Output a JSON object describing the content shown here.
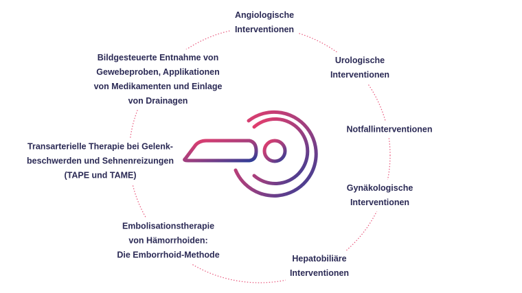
{
  "colors": {
    "text": "#2b2a55",
    "gradient_start": "#e83e6c",
    "gradient_end": "#2b3d97",
    "dots": "#e8557a"
  },
  "icon": "scanner-icon",
  "labels": [
    {
      "id": "angio",
      "lines": [
        "Angiologische",
        "Interventionen"
      ]
    },
    {
      "id": "uro",
      "lines": [
        "Urologische",
        "Interventionen"
      ]
    },
    {
      "id": "notfall",
      "lines": [
        "Notfallinterventionen"
      ]
    },
    {
      "id": "gyn",
      "lines": [
        "Gynäkologische",
        "Interventionen"
      ]
    },
    {
      "id": "hepato",
      "lines": [
        "Hepatobiliäre",
        "Interventionen"
      ]
    },
    {
      "id": "embo",
      "lines": [
        "Embolisationstherapie",
        "von Hämorrhoiden:",
        "Die Emborrhoid-Methode"
      ]
    },
    {
      "id": "tape",
      "lines": [
        "Transarterielle Therapie bei Gelenk-",
        "beschwerden und Sehnenreizungen",
        "(TAPE und TAME)"
      ]
    },
    {
      "id": "bild",
      "lines": [
        "Bildgesteuerte Entnahme von",
        "Gewebeproben, Applikationen",
        "von Medikamenten und Einlage",
        "von Drainagen"
      ]
    }
  ]
}
